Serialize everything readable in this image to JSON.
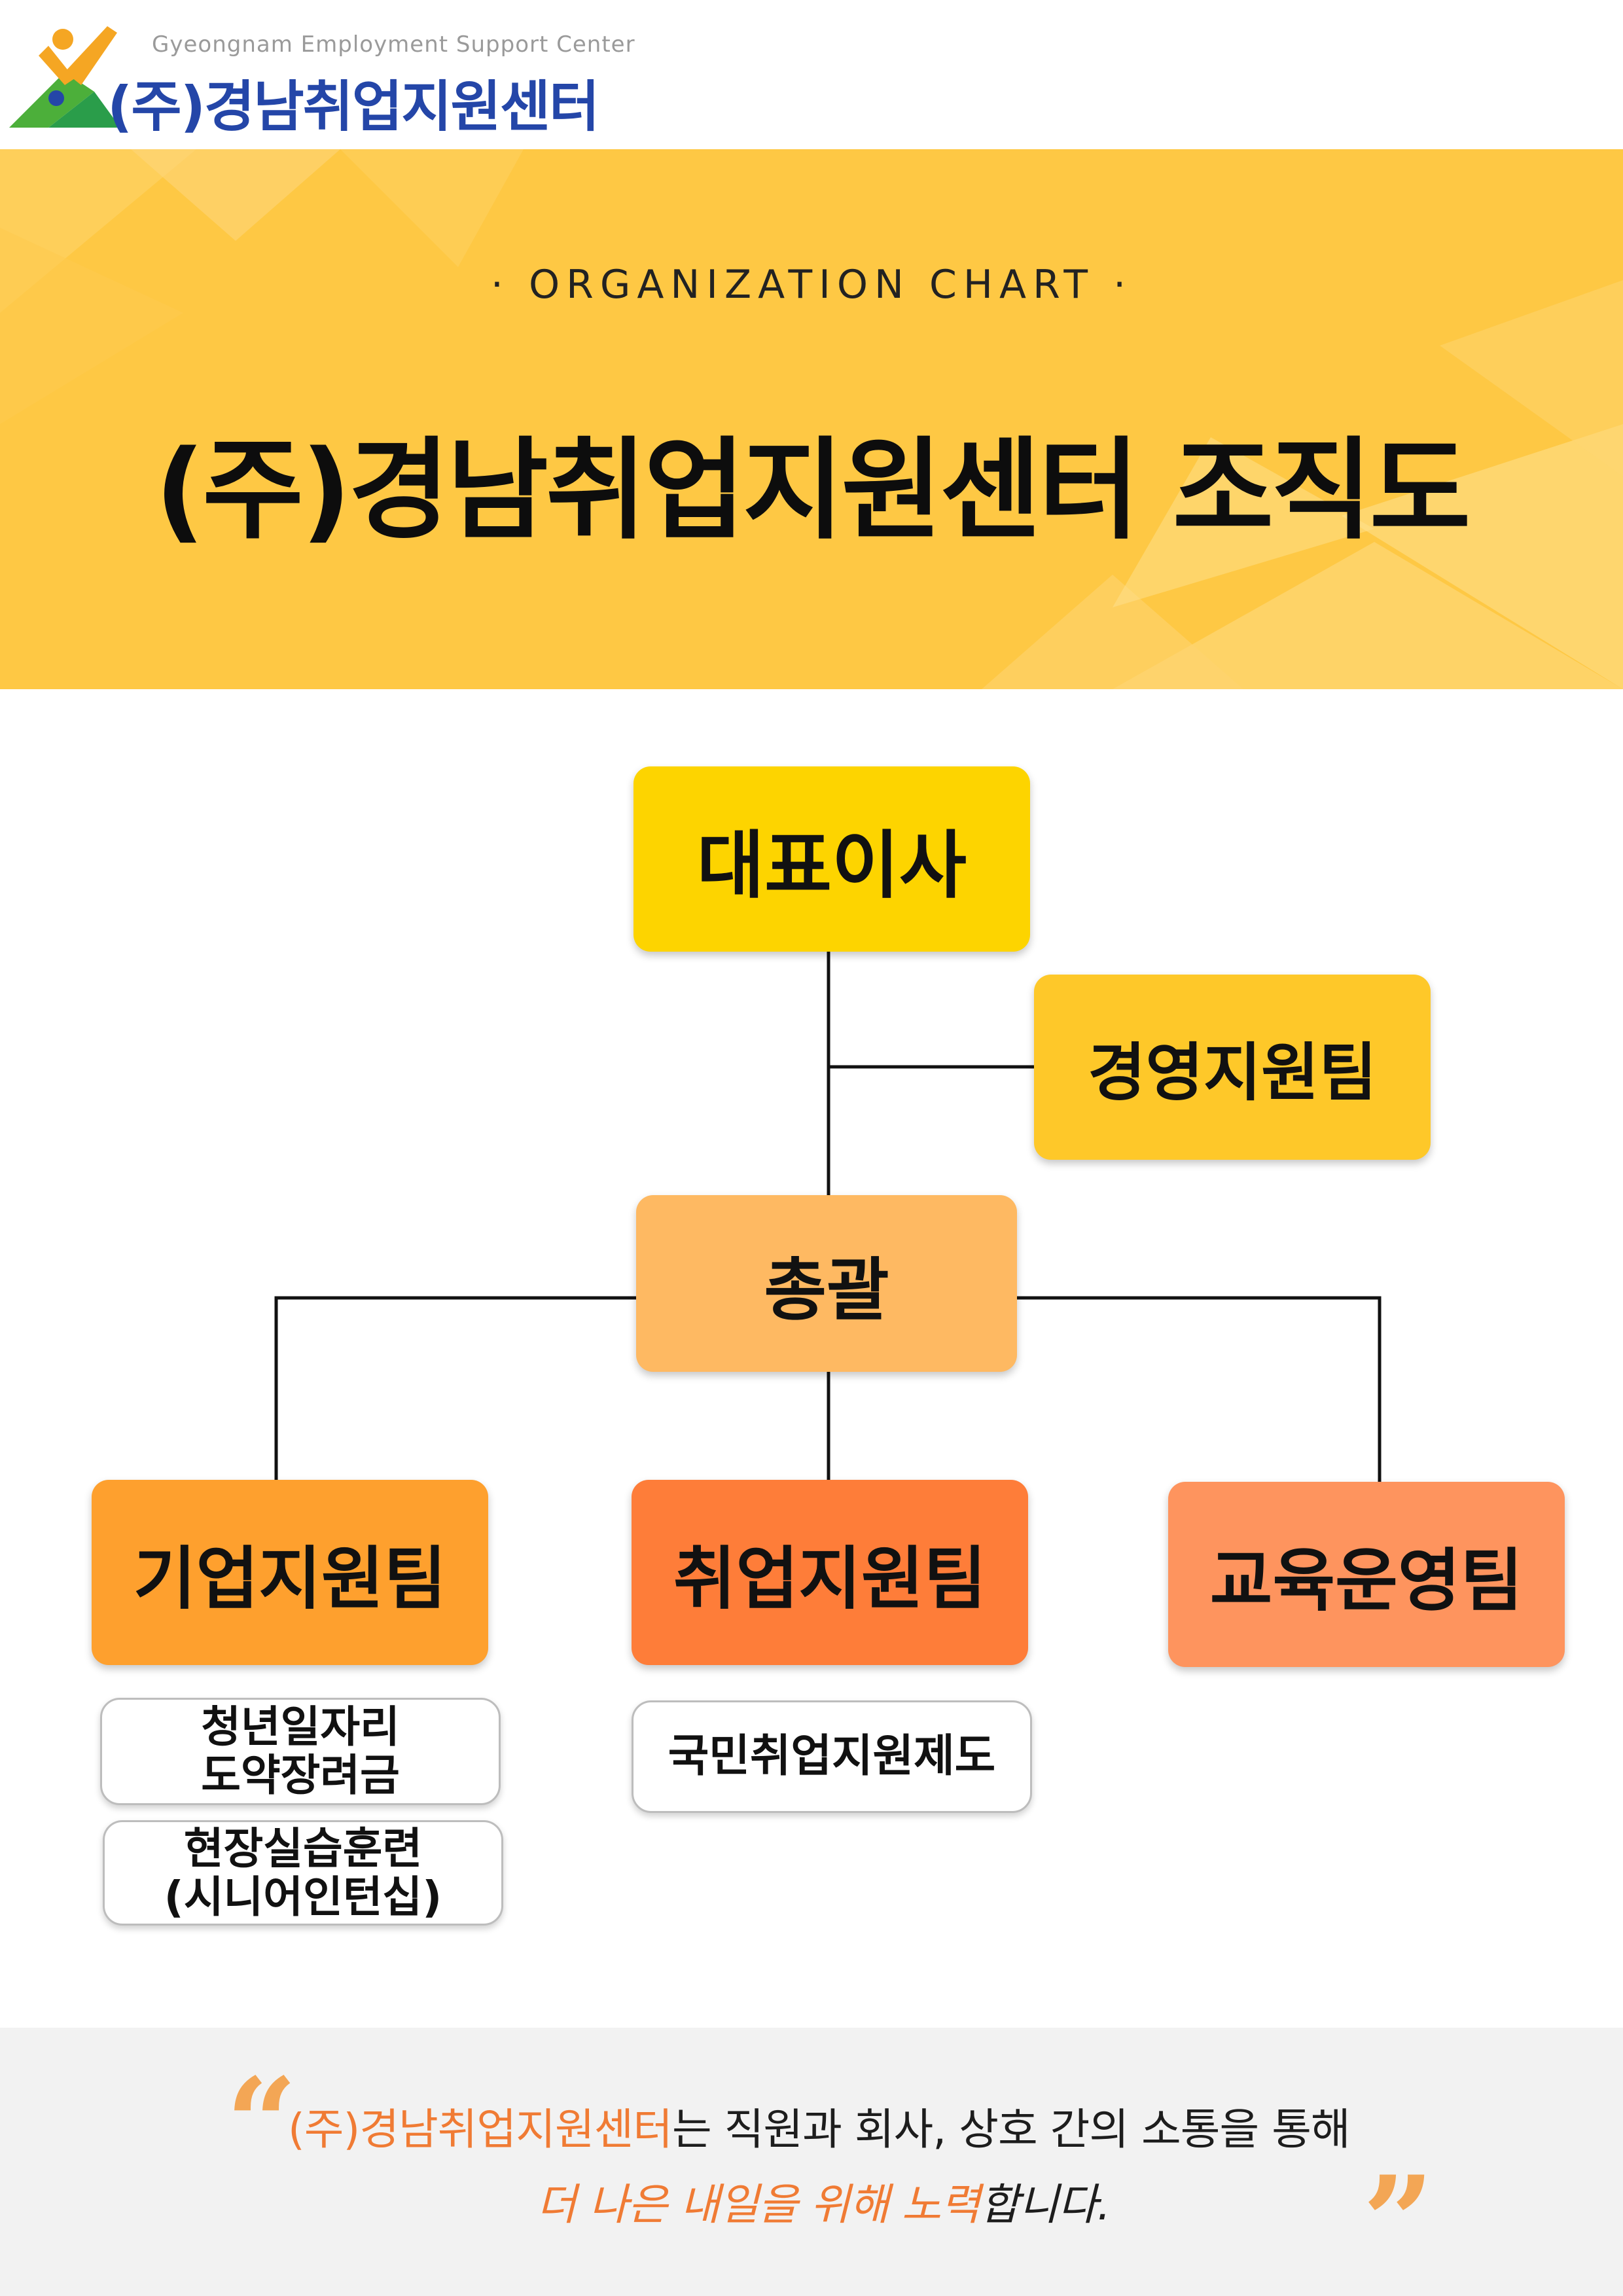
{
  "brand": {
    "english_name": "Gyeongnam Employment Support Center",
    "korean_name": "(주)경남취업지원센터",
    "colors": {
      "blue": "#2446a8",
      "green": "#4caf3a",
      "orange": "#f5a623"
    }
  },
  "hero": {
    "eyebrow": "· ORGANIZATION CHART ·",
    "title": "(주)경남취업지원센터 조직도",
    "background": "#fec844"
  },
  "org": {
    "ceo": "대표이사",
    "management_support": "경영지원팀",
    "general": "총괄",
    "teams": {
      "business": "기업지원팀",
      "employment": "취업지원팀",
      "education": "교육운영팀"
    },
    "programs": {
      "youth": "청년일자리\n도약장려금",
      "field": "현장실습훈련\n(시니어인턴십)",
      "national": "국민취업지원제도"
    }
  },
  "footer": {
    "line1_accent": "(주)경남취업지원센터",
    "line1_rest": "는 직원과 회사, 상호 간의 소통을 통해",
    "line2_accent": "더 나은 내일을 위해 노력",
    "line2_rest": "합니다.",
    "quote_open": "“",
    "quote_close": "”"
  }
}
